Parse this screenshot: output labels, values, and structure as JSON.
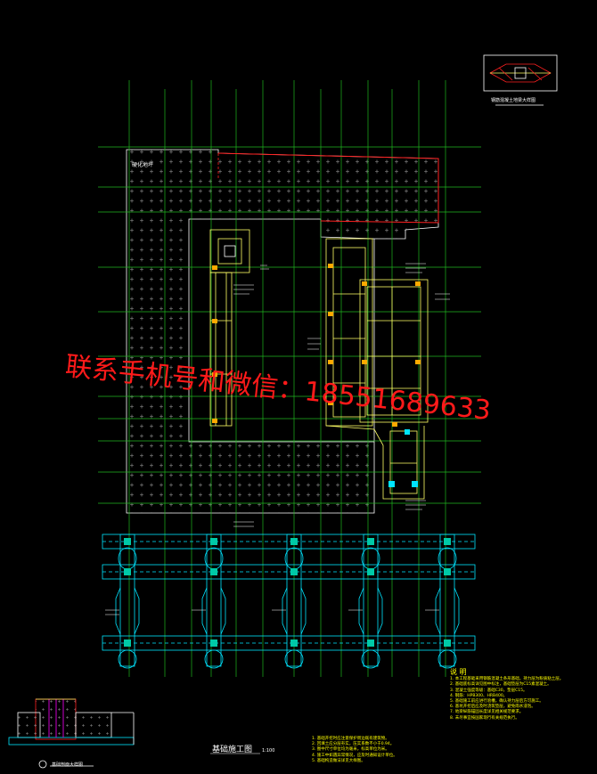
{
  "drawing": {
    "plan_title": "基础施工图",
    "plan_scale": "1:100",
    "detail_top_title": "钢筋混凝土地梁大样图",
    "detail_bottom_title": "基础剖面大样图",
    "paved_area_label": "硬化地坪",
    "notes_title": "说 明",
    "notes": [
      "1. 本工程基础采用钢筋混凝土条形基础，持力层为粉质粘土层。",
      "2. 基础底标高详见图中标注，基础垫层为C15素混凝土。",
      "3. 混凝土强度等级：基础C30，垫层C15。",
      "4. 钢筋：HPB300、HRB400。",
      "5. 基础施工前应进行验槽，确认持力层后方可施工。",
      "6. 基坑开挖后应及时浇筑垫层，避免雨水浸泡。",
      "7. 地梁纵筋锚固长度详见相关规范要求。",
      "8. 未尽事宜按国家现行有关规范执行。"
    ],
    "notes_lower": [
      "1. 基础开挖时应注意保护周边既有建筑物。",
      "2. 回填土应分层夯实，压实系数不小于0.94。",
      "3. 图中尺寸单位均为毫米，标高单位为米。",
      "4. 施工中如遇异常情况，应及时通知设计单位。",
      "5. 基础构造做法详见大样图。"
    ]
  },
  "watermark": {
    "text": "联系手机号和微信：18551689633"
  },
  "colors": {
    "background": "#000000",
    "grid": "#1fb51f",
    "outline": "#ffffff",
    "beam": "#ffff66",
    "cyan": "#00e5ff",
    "red": "#ff2020",
    "watermark": "#ff1a1a",
    "notes": "#ffff00"
  }
}
